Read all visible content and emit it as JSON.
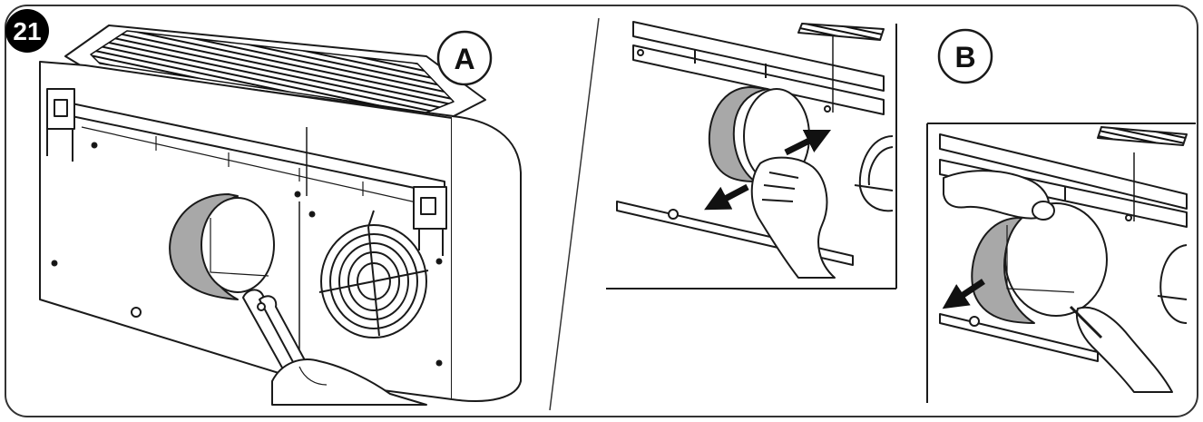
{
  "figure": {
    "number": "21",
    "panel_a_label": "A",
    "panel_b_label": "B"
  },
  "colors": {
    "line": "#1a1a1a",
    "gasket_fill": "#a8a8a8",
    "badge_fill": "#000000",
    "badge_text": "#ffffff",
    "background": "#ffffff"
  },
  "icons": {
    "tool": "pliers-icon",
    "direction": "arrow-icon"
  }
}
